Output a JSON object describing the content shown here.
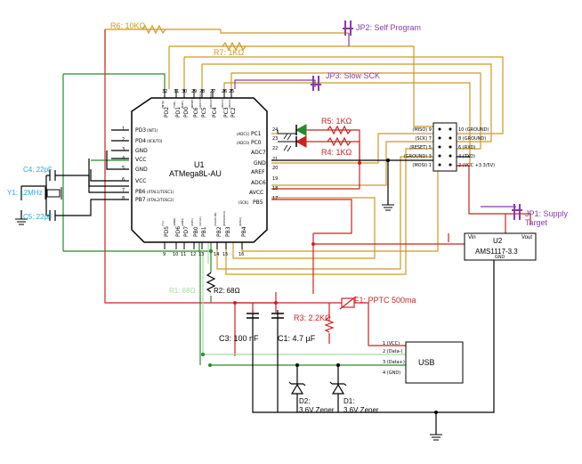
{
  "labels": {
    "r6": "R6: 10KΩ",
    "r7": "R7: 1KΩ",
    "jp2": "JP2: Self Program",
    "jp3": "JP3: Slow SCK",
    "jp1": "JP1: Supply Target",
    "r5": "R5: 1KΩ",
    "r4": "R4: 1KΩ",
    "u1_ref": "U1",
    "u1_part": "ATMega8L-AU",
    "u2_ref": "U2",
    "u2_part": "AMS1117-3.3",
    "c4": "C4: 22pF",
    "c5": "C5: 22pF",
    "y1": "Y1: 12MHz",
    "r1": "R1: 68Ω",
    "r2": "R2: 68Ω",
    "f1": "F1: PPTC 500ma",
    "r3": "R3: 2.2KΩ",
    "c3": "C3: 100 nF",
    "c1": "C1: 4.7 µF",
    "usb": "USB",
    "d2_ref": "D2:",
    "d2_val": "3.6V Zener",
    "d1_ref": "D1:",
    "d1_val": "3.6V Zener",
    "vin": "Vin",
    "vout": "Vout",
    "gnd": "GND"
  },
  "u1_left_pins": [
    {
      "num": "1",
      "name": "PD3",
      "alt": "(INT1)"
    },
    {
      "num": "2",
      "name": "PD4",
      "alt": "(XCK/T0)"
    },
    {
      "num": "3",
      "name": "GND",
      "alt": ""
    },
    {
      "num": "4",
      "name": "VCC",
      "alt": ""
    },
    {
      "num": "5",
      "name": "GND",
      "alt": ""
    },
    {
      "num": "6",
      "name": "VCC",
      "alt": ""
    },
    {
      "num": "7",
      "name": "PB6",
      "alt": "(XTAL1/TOSC1)"
    },
    {
      "num": "8",
      "name": "PB7",
      "alt": "(XTAL2/TOSC2)"
    }
  ],
  "u1_right_pins": [
    {
      "num": "24",
      "name": "PC1",
      "alt": "(ADC1)"
    },
    {
      "num": "23",
      "name": "PC0",
      "alt": "(ADC0)"
    },
    {
      "num": "22",
      "name": "ADC7",
      "alt": ""
    },
    {
      "num": "21",
      "name": "GND",
      "alt": ""
    },
    {
      "num": "20",
      "name": "AREF",
      "alt": ""
    },
    {
      "num": "19",
      "name": "ADC6",
      "alt": ""
    },
    {
      "num": "18",
      "name": "AVCC",
      "alt": ""
    },
    {
      "num": "17",
      "name": "PB5",
      "alt": "(SCK)"
    }
  ],
  "u1_top_pins": [
    {
      "num": "32",
      "name": "PD2",
      "alt": "(INT0)"
    },
    {
      "num": "31",
      "name": "PD1",
      "alt": "(TXD)"
    },
    {
      "num": "30",
      "name": "PD0",
      "alt": "(RXD)"
    },
    {
      "num": "29",
      "name": "PC6",
      "alt": "(RESET)"
    },
    {
      "num": "28",
      "name": "PC5",
      "alt": "(ADC5/SCL)"
    },
    {
      "num": "27",
      "name": "PC4",
      "alt": "(ADC4/SDA)"
    },
    {
      "num": "26",
      "name": "PC3",
      "alt": "(ADC3)"
    },
    {
      "num": "25",
      "name": "PC2",
      "alt": "(ADC2)"
    }
  ],
  "u1_bottom_pins": [
    {
      "num": "9",
      "name": "PD5",
      "alt": "(T1)"
    },
    {
      "num": "10",
      "name": "PD6",
      "alt": "(AIN0)"
    },
    {
      "num": "11",
      "name": "PD7",
      "alt": "(AIN1)"
    },
    {
      "num": "12",
      "name": "PB0",
      "alt": "(ICP1)"
    },
    {
      "num": "13",
      "name": "PB1",
      "alt": "(OC1A)"
    },
    {
      "num": "14",
      "name": "PB2",
      "alt": "(SS/OC1B)"
    },
    {
      "num": "15",
      "name": "PB3",
      "alt": "(MOSI/OC2)"
    },
    {
      "num": "16",
      "name": "PB4",
      "alt": "(MISO)"
    }
  ],
  "isp_left": [
    "(MISO) 9",
    "(SCK) 7",
    "(RESET) 5",
    "(GROUND) 3",
    "(MOSI) 1"
  ],
  "isp_right": [
    "10 (GROUND)",
    "8 (GROUND)",
    "6 (RXD)",
    "4 (TXD)",
    "2 (VCC +3.3/5V)"
  ],
  "usb_pins": [
    "1 (VCC)",
    "2 (Data-)",
    "3 (Data+)",
    "4 (GND)"
  ],
  "colors": {
    "orange": "#cc9a22",
    "red": "#cc2222",
    "green": "#2a8a2a",
    "light_green": "#a8d8a0",
    "purple": "#8a3aa8",
    "blue": "#2aa8d8",
    "black": "#000000"
  }
}
